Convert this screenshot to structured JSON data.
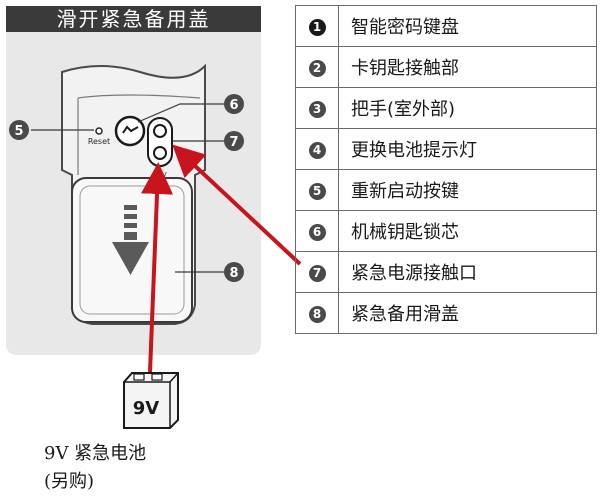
{
  "title": "滑开紧急备用盖",
  "device": {
    "reset_label": "Reset",
    "voltage_label": "9V"
  },
  "battery": {
    "label": "9V",
    "caption_line1": "9V 紧急电池",
    "caption_line2": "(另购)"
  },
  "callouts": [
    "5",
    "6",
    "7",
    "8"
  ],
  "legend": [
    {
      "num": "1",
      "text": "智能密码键盘"
    },
    {
      "num": "2",
      "text": "卡钥匙接触部"
    },
    {
      "num": "3",
      "text": "把手(室外部)"
    },
    {
      "num": "4",
      "text": "更换电池提示灯"
    },
    {
      "num": "5",
      "text": "重新启动按键"
    },
    {
      "num": "6",
      "text": "机械钥匙锁芯"
    },
    {
      "num": "7",
      "text": "紧急电源接触口"
    },
    {
      "num": "8",
      "text": "紧急备用滑盖"
    }
  ],
  "colors": {
    "arrow": "#c8141c",
    "panel": "#e8e8e8",
    "title_bg": "#3a3a3a"
  }
}
